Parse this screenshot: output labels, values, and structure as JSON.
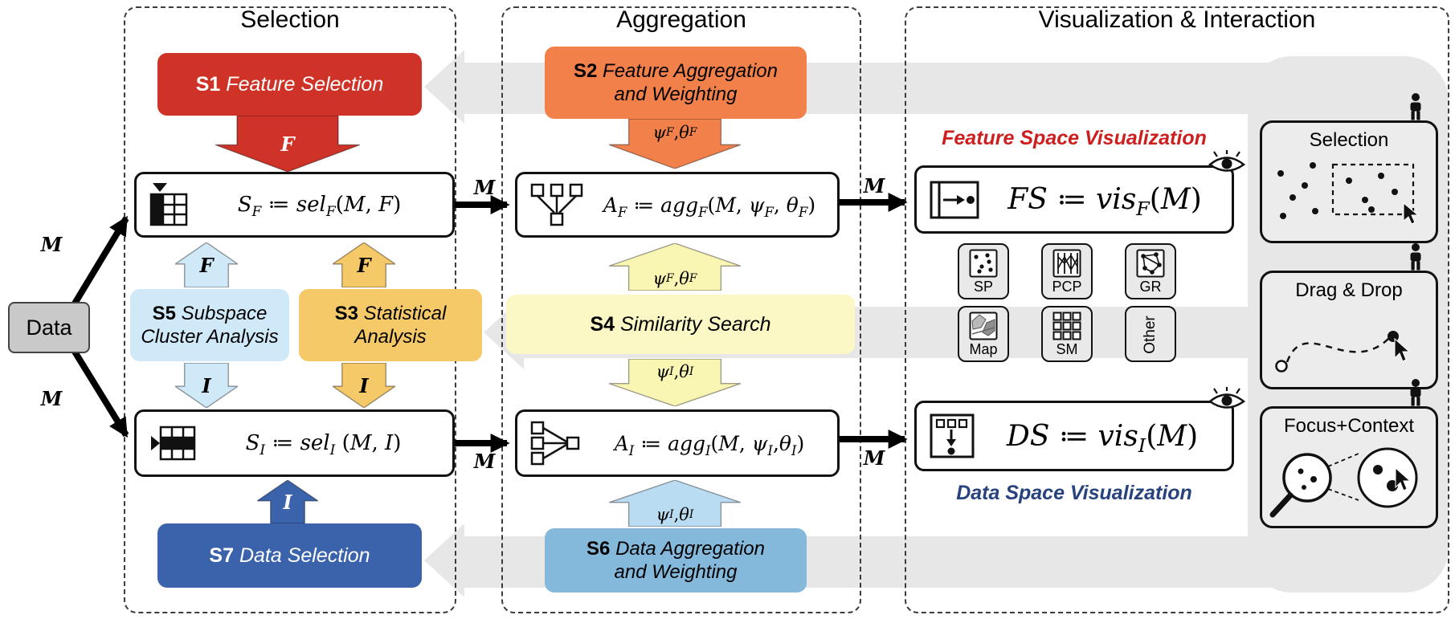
{
  "colors": {
    "s1_red": "#cf3227",
    "s2_orange": "#f2804a",
    "s3_amber": "#f6c968",
    "s4_pale_yellow": "#fbf8c5",
    "s5_light_blue": "#cfe9f8",
    "s6_medium_blue": "#85b9dc",
    "s7_dark_blue": "#3b63ac",
    "data_gray": "#c9c9c9",
    "loop_gray": "#e7e7e7",
    "feature_space_red": "#cc1f1f",
    "data_space_blue": "#27427c"
  },
  "panels": {
    "selection": {
      "title": "Selection"
    },
    "aggregation": {
      "title": "Aggregation"
    },
    "visualization": {
      "title": "Visualization & Interaction"
    }
  },
  "data_node": {
    "label": "Data"
  },
  "labels": {
    "m": "M",
    "f": "F",
    "i": "I",
    "psi_f": [
      {
        "t": "ψ",
        "s": "i"
      },
      {
        "t": "F",
        "s": "sub"
      },
      {
        "t": ", ",
        "s": "n"
      },
      {
        "t": "θ",
        "s": "i"
      },
      {
        "t": "F",
        "s": "sub"
      }
    ],
    "psi_i": [
      {
        "t": "ψ",
        "s": "i"
      },
      {
        "t": "I",
        "s": "sub"
      },
      {
        "t": ", ",
        "s": "n"
      },
      {
        "t": "θ",
        "s": "i"
      },
      {
        "t": "I",
        "s": "sub"
      }
    ]
  },
  "steps": {
    "s1": {
      "id": "S1",
      "name": "Feature Selection"
    },
    "s2": {
      "id": "S2",
      "line1": "Feature Aggregation",
      "line2": "and Weighting"
    },
    "s3": {
      "id": "S3",
      "line1": "Statistical",
      "line2": "Analysis"
    },
    "s4": {
      "id": "S4",
      "name": "Similarity Search"
    },
    "s5": {
      "id": "S5",
      "line1": "Subspace",
      "line2": "Cluster Analysis"
    },
    "s6": {
      "id": "S6",
      "line1": "Data Aggregation",
      "line2": "and Weighting"
    },
    "s7": {
      "id": "S7",
      "name": "Data Selection"
    }
  },
  "formulas": {
    "sf": [
      {
        "t": "S",
        "s": "i"
      },
      {
        "t": "F",
        "s": "sub"
      },
      {
        "t": " ≔ ",
        "s": "n"
      },
      {
        "t": "sel",
        "s": "i"
      },
      {
        "t": "F",
        "s": "sub"
      },
      {
        "t": "(",
        "s": "n"
      },
      {
        "t": "M",
        "s": "i"
      },
      {
        "t": ", ",
        "s": "n"
      },
      {
        "t": "F",
        "s": "i"
      },
      {
        "t": ")",
        "s": "n"
      }
    ],
    "si": [
      {
        "t": "S",
        "s": "i"
      },
      {
        "t": "I",
        "s": "sub"
      },
      {
        "t": " ≔ ",
        "s": "n"
      },
      {
        "t": "sel",
        "s": "i"
      },
      {
        "t": "I",
        "s": "sub"
      },
      {
        "t": " (",
        "s": "n"
      },
      {
        "t": "M",
        "s": "i"
      },
      {
        "t": ", ",
        "s": "n"
      },
      {
        "t": "I",
        "s": "i"
      },
      {
        "t": ")",
        "s": "n"
      }
    ],
    "af": [
      {
        "t": "A",
        "s": "i"
      },
      {
        "t": "F",
        "s": "sub"
      },
      {
        "t": " ≔ ",
        "s": "n"
      },
      {
        "t": "agg",
        "s": "i"
      },
      {
        "t": "F",
        "s": "sub"
      },
      {
        "t": "(",
        "s": "n"
      },
      {
        "t": "M",
        "s": "i"
      },
      {
        "t": ", ",
        "s": "n"
      },
      {
        "t": "ψ",
        "s": "i"
      },
      {
        "t": "F",
        "s": "sub"
      },
      {
        "t": ", ",
        "s": "n"
      },
      {
        "t": "θ",
        "s": "i"
      },
      {
        "t": "F",
        "s": "sub"
      },
      {
        "t": ")",
        "s": "n"
      }
    ],
    "ai": [
      {
        "t": "A",
        "s": "i"
      },
      {
        "t": "I",
        "s": "sub"
      },
      {
        "t": " ≔ ",
        "s": "n"
      },
      {
        "t": "agg",
        "s": "i"
      },
      {
        "t": "I",
        "s": "sub"
      },
      {
        "t": "(",
        "s": "n"
      },
      {
        "t": "M",
        "s": "i"
      },
      {
        "t": ", ",
        "s": "n"
      },
      {
        "t": "ψ",
        "s": "i"
      },
      {
        "t": "I",
        "s": "sub"
      },
      {
        "t": ",",
        "s": "n"
      },
      {
        "t": "θ",
        "s": "i"
      },
      {
        "t": "I",
        "s": "sub"
      },
      {
        "t": ")",
        "s": "n"
      }
    ],
    "fs": [
      {
        "t": "FS",
        "s": "i"
      },
      {
        "t": " ≔ ",
        "s": "n"
      },
      {
        "t": "vis",
        "s": "i"
      },
      {
        "t": "F",
        "s": "sub"
      },
      {
        "t": "(",
        "s": "n"
      },
      {
        "t": "M",
        "s": "i"
      },
      {
        "t": ")",
        "s": "n"
      }
    ],
    "ds": [
      {
        "t": "DS",
        "s": "i"
      },
      {
        "t": " ≔ ",
        "s": "n"
      },
      {
        "t": "vis",
        "s": "i"
      },
      {
        "t": "I",
        "s": "sub"
      },
      {
        "t": "(",
        "s": "n"
      },
      {
        "t": "M",
        "s": "i"
      },
      {
        "t": ")",
        "s": "n"
      }
    ]
  },
  "visualization": {
    "feature_space_label": "Feature Space Visualization",
    "data_space_label": "Data Space Visualization",
    "types": [
      {
        "label": "SP",
        "icon": "scatterplot-icon"
      },
      {
        "label": "PCP",
        "icon": "parallel-coordinates-icon"
      },
      {
        "label": "GR",
        "icon": "graph-icon"
      },
      {
        "label": "Map",
        "icon": "map-icon"
      },
      {
        "label": "SM",
        "icon": "small-multiples-icon"
      },
      {
        "label": "Other",
        "icon": "none"
      }
    ]
  },
  "interactions": [
    {
      "title": "Selection"
    },
    {
      "title": "Drag & Drop"
    },
    {
      "title": "Focus+Context"
    }
  ]
}
